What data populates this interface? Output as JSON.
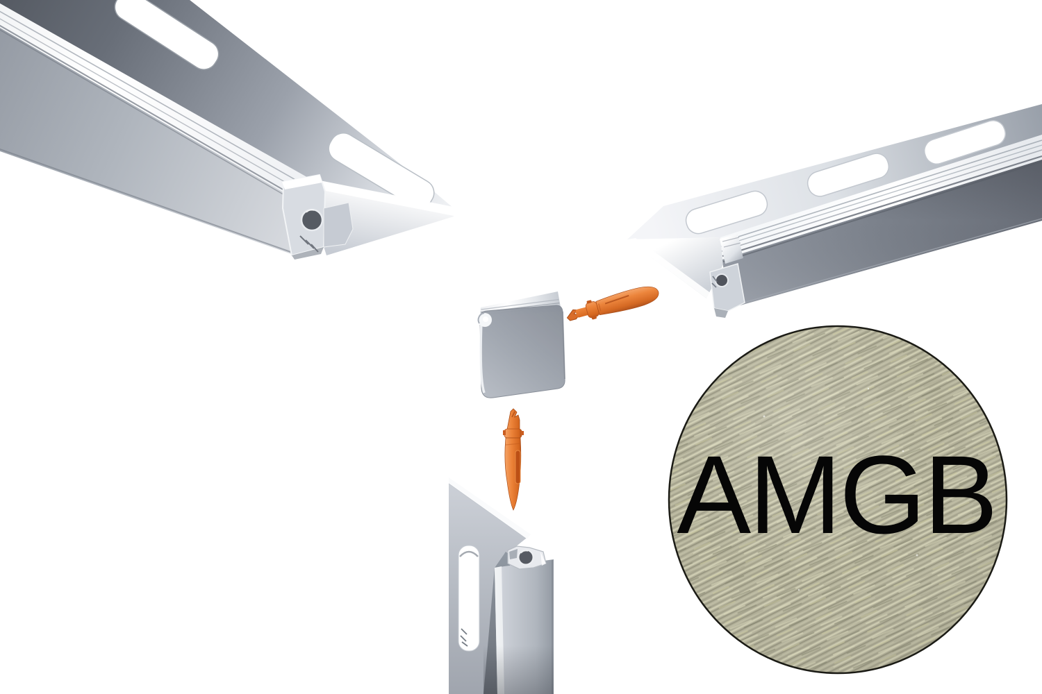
{
  "page": {
    "background_color": "#ffffff",
    "kind": "exploded-assembly-illustration"
  },
  "swatch": {
    "label": "AMGB",
    "shape": "circle",
    "text_color": "#060606",
    "border_color": "#1b1b15",
    "base_color": "#b2b099",
    "streak_light": "#d7d5b9",
    "streak_dark": "#8a8973"
  },
  "colors": {
    "metal_highlight": "#ffffff",
    "metal_light": "#eef0f3",
    "metal_mid": "#aab0b9",
    "metal_shadow": "#6d737d",
    "metal_dark": "#43474e",
    "connector": "#ec8339",
    "connector_dark": "#ad4d18",
    "connector_light": "#f5a569"
  },
  "parts": [
    {
      "name": "tile-trim-profile-top-left"
    },
    {
      "name": "tile-trim-profile-right"
    },
    {
      "name": "tile-trim-profile-bottom"
    },
    {
      "name": "corner-cap"
    },
    {
      "name": "connector-pin-horizontal"
    },
    {
      "name": "connector-pin-vertical"
    },
    {
      "name": "finish-swatch"
    }
  ]
}
